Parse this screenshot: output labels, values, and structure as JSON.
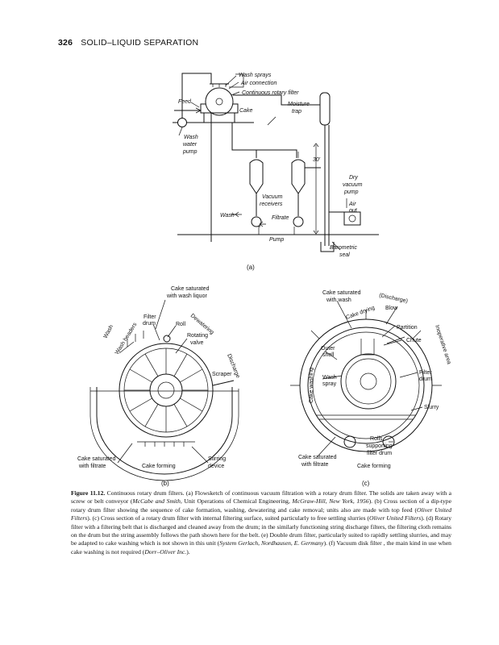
{
  "header": {
    "page_number": "326",
    "running_title": "SOLID–LIQUID SEPARATION"
  },
  "figure_a": {
    "labels": {
      "wash_sprays": "Wash sprays",
      "air_connection": "Air connection",
      "continuous_rotary_filter": "Continuous rotary filter",
      "feed": "Feed",
      "cake": "Cake",
      "moisture_trap_1": "Moisture",
      "moisture_trap_2": "trap",
      "wash_water_pump_1": "Wash",
      "wash_water_pump_2": "water",
      "wash_water_pump_3": "pump",
      "height": "30'",
      "dry_vacuum_pump_1": "Dry",
      "dry_vacuum_pump_2": "vacuum",
      "dry_vacuum_pump_3": "pump",
      "vacuum_receivers_1": "Vacuum",
      "vacuum_receivers_2": "receivers",
      "air_out_1": "Air",
      "air_out_2": "out",
      "wash": "Wash",
      "filtrate": "Filtrate",
      "pump": "Pump",
      "barometric_seal_1": "Barometric",
      "barometric_seal_2": "seal"
    },
    "sub_label": "(a)"
  },
  "figure_b": {
    "labels": {
      "cake_saturated_wash_1": "Cake saturated",
      "cake_saturated_wash_2": "with wash liquor",
      "filter_drum_1": "Filter",
      "filter_drum_2": "drum",
      "roll": "Roll",
      "dewatering": "Dewatering",
      "wash": "Wash",
      "wash_headers": "Wash headers",
      "rotating_valve_1": "Rotating",
      "rotating_valve_2": "valve",
      "discharge": "Discharge",
      "scraper": "Scraper",
      "cake_saturated_filtrate_1": "Cake saturated",
      "cake_saturated_filtrate_2": "with filtrate",
      "cake_forming": "Cake forming",
      "stirring_device_1": "Stirring",
      "stirring_device_2": "device"
    },
    "sub_label": "(b)"
  },
  "figure_c": {
    "labels": {
      "cake_saturated_wash_1": "Cake saturated",
      "cake_saturated_wash_2": "with wash",
      "discharge": "(Discharge)",
      "blow": "Blow",
      "cake_drying": "Cake drying",
      "partition": "Partition",
      "chute": "Chute",
      "outer_shell_1": "Outer",
      "outer_shell_2": "shell",
      "cake_washing": "Cake washing",
      "inoperative_area": "Inoperative area",
      "wash_spray_1": "Wash",
      "wash_spray_2": "spray",
      "filter_drum_1": "Filter",
      "filter_drum_2": "drum",
      "slurry": "Slurry",
      "rolls_1": "Rolls",
      "rolls_2": "supporting",
      "rolls_3": "filter drum",
      "cake_saturated_filtrate_1": "Cake saturated",
      "cake_saturated_filtrate_2": "with filtrate",
      "cake_forming": "Cake forming"
    },
    "sub_label": "(c)"
  },
  "caption": {
    "figure_label": "Figure 11.12.",
    "text_1": " Continuous rotary drum filters. (a) Flowsketch of continuous vacuum filtration with a rotary drum filter. The solids are taken away with a screw or belt conveyor (",
    "ref_1": "McCabe and Smith,",
    "text_2": " Unit Operations of Chemical Engineering, ",
    "ref_2": "McGraw-Hill, New York, 1956",
    "text_3": "). (b) Cross section of a dip-type rotary drum filter showing the sequence of cake formation, washing, dewatering and cake removal; units also are made with top feed (",
    "ref_3": "Oliver United Filters",
    "text_4": "). (c) Cross section of a rotary drum filter with internal filtering surface, suited particularly to free settling slurries (",
    "ref_4": "Oliver United Filters",
    "text_5": "). (d) Rotary filter with a filtering belt that is discharged and cleaned away from the drum; in the similarly functioning string discharge filters, the filtering cloth remains on the drum but the string assembly follows the path shown here for the belt. (e) Double drum filter, particularly suited to rapidly settling slurries, and may be adapted to cake washing which is not shown in this unit (",
    "ref_5": "System Gerlach, Nordhausen, E. Germany",
    "text_6": "). (f) Vacuum disk filter , the main kind in use when cake washing is not required (",
    "ref_6": "Dorr–Oliver Inc.",
    "text_7": ")."
  }
}
